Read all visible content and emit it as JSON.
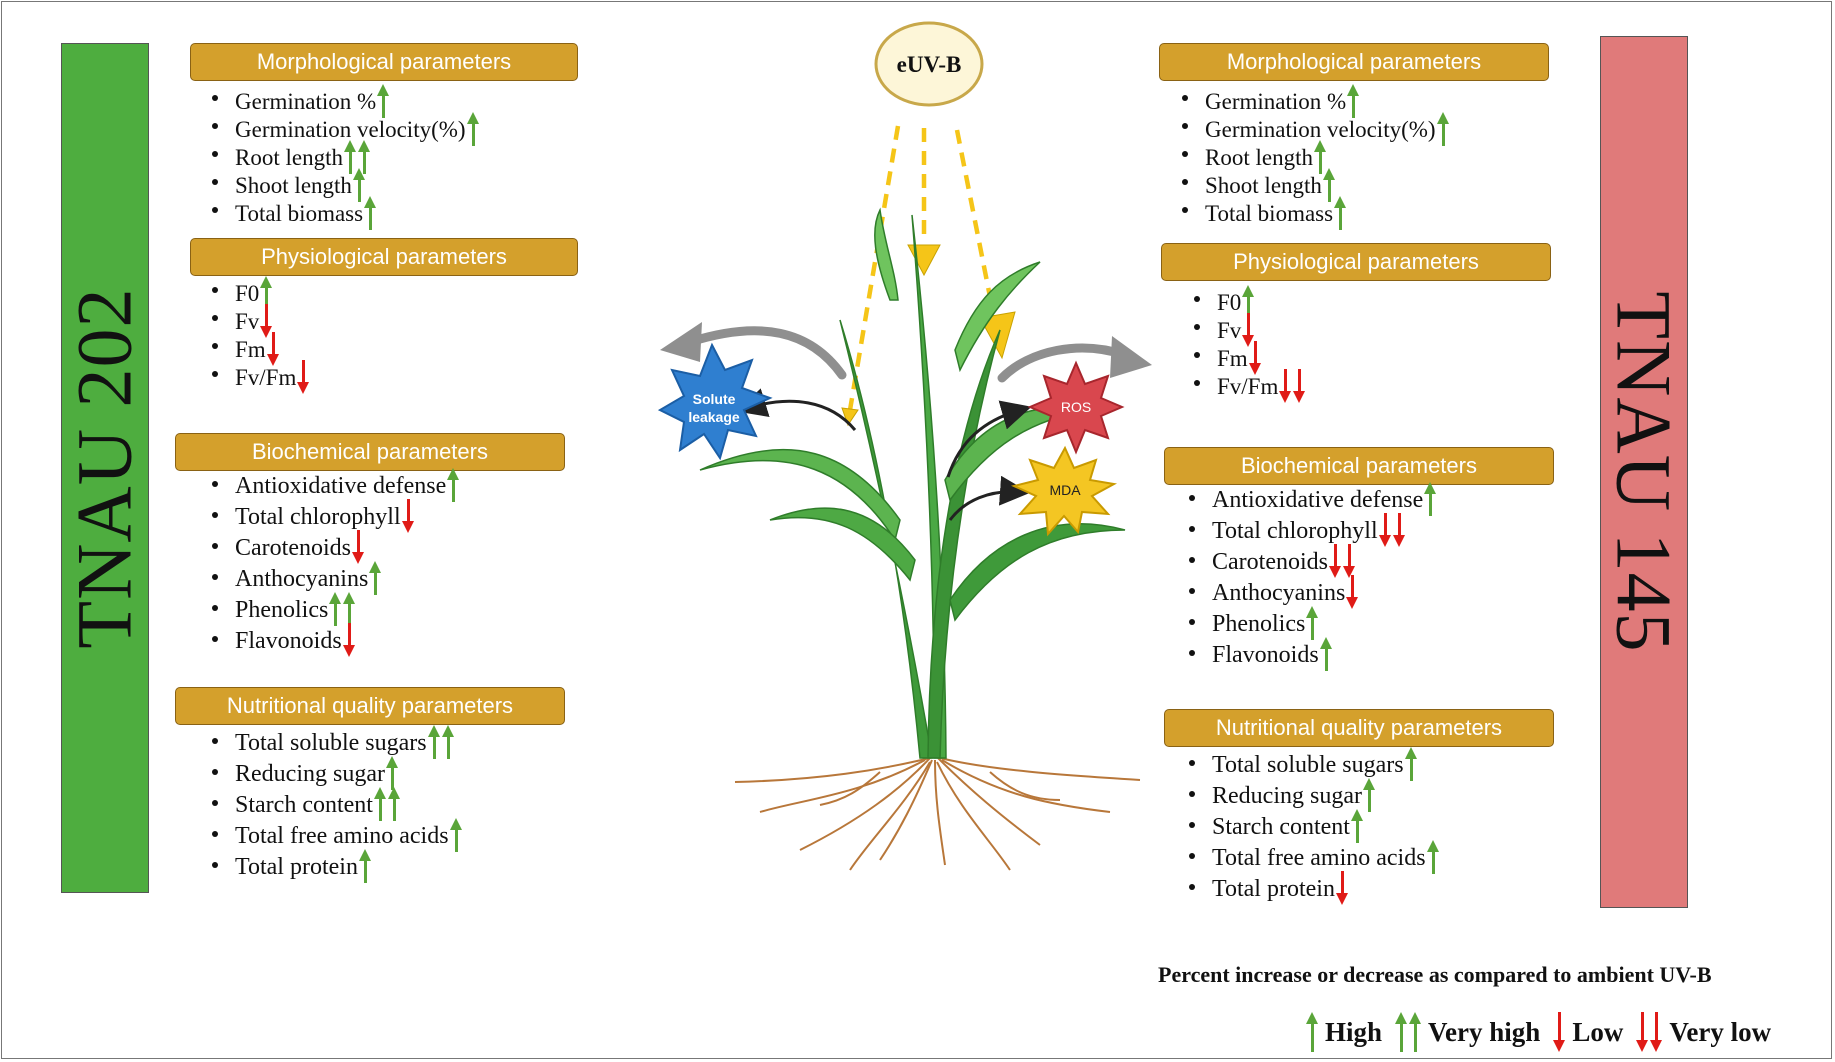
{
  "colors": {
    "tnau202_bar": "#4ead3f",
    "tnau145_bar": "#e07a7a",
    "section_header": "#d4a02c",
    "increase_arrow": "#5aa539",
    "decrease_arrow": "#e01b17",
    "uv_ray": "#f5c518"
  },
  "center": {
    "source_label": "eUV-B",
    "solute_label_line1": "Solute",
    "solute_label_line2": "leakage",
    "ros_label": "ROS",
    "mda_label": "MDA"
  },
  "left": {
    "cultivar": "TNAU 202",
    "sections": [
      {
        "title": "Morphological parameters",
        "items": [
          {
            "name": "Germination %",
            "trend": "up",
            "count": 1
          },
          {
            "name": "Germination velocity(%)",
            "trend": "up",
            "count": 1
          },
          {
            "name": "Root length",
            "trend": "up",
            "count": 2
          },
          {
            "name": "Shoot length",
            "trend": "up",
            "count": 1
          },
          {
            "name": "Total biomass",
            "trend": "up",
            "count": 1
          }
        ]
      },
      {
        "title": "Physiological parameters",
        "items": [
          {
            "name": "F0",
            "trend": "up",
            "count": 1
          },
          {
            "name": "Fv",
            "trend": "down",
            "count": 1
          },
          {
            "name": "Fm",
            "trend": "down",
            "count": 1
          },
          {
            "name": "Fv/Fm",
            "trend": "down",
            "count": 1
          }
        ]
      },
      {
        "title": "Biochemical parameters",
        "items": [
          {
            "name": "Antioxidative defense",
            "trend": "up",
            "count": 1
          },
          {
            "name": "Total chlorophyll",
            "trend": "down",
            "count": 1
          },
          {
            "name": "Carotenoids",
            "trend": "down",
            "count": 1
          },
          {
            "name": "Anthocyanins",
            "trend": "up",
            "count": 1
          },
          {
            "name": "Phenolics",
            "trend": "up",
            "count": 2
          },
          {
            "name": "Flavonoids",
            "trend": "down",
            "count": 1
          }
        ]
      },
      {
        "title": "Nutritional quality parameters",
        "items": [
          {
            "name": "Total soluble sugars",
            "trend": "up",
            "count": 2
          },
          {
            "name": "Reducing sugar",
            "trend": "up",
            "count": 1
          },
          {
            "name": "Starch content",
            "trend": "up",
            "count": 2
          },
          {
            "name": "Total free amino acids",
            "trend": "up",
            "count": 1
          },
          {
            "name": "Total protein",
            "trend": "up",
            "count": 1
          }
        ]
      }
    ]
  },
  "right": {
    "cultivar": "TNAU 145",
    "sections": [
      {
        "title": "Morphological parameters",
        "items": [
          {
            "name": "Germination %",
            "trend": "up",
            "count": 1
          },
          {
            "name": "Germination velocity(%)",
            "trend": "up",
            "count": 1
          },
          {
            "name": "Root length",
            "trend": "up",
            "count": 1
          },
          {
            "name": "Shoot length",
            "trend": "up",
            "count": 1
          },
          {
            "name": "Total biomass",
            "trend": "up",
            "count": 1
          }
        ]
      },
      {
        "title": "Physiological parameters",
        "items": [
          {
            "name": "F0",
            "trend": "up",
            "count": 1
          },
          {
            "name": "Fv",
            "trend": "down",
            "count": 1
          },
          {
            "name": "Fm",
            "trend": "down",
            "count": 1
          },
          {
            "name": "Fv/Fm",
            "trend": "down",
            "count": 2
          }
        ]
      },
      {
        "title": "Biochemical parameters",
        "items": [
          {
            "name": "Antioxidative defense",
            "trend": "up",
            "count": 1
          },
          {
            "name": "Total chlorophyll",
            "trend": "down",
            "count": 2
          },
          {
            "name": "Carotenoids",
            "trend": "down",
            "count": 2
          },
          {
            "name": "Anthocyanins",
            "trend": "down",
            "count": 1
          },
          {
            "name": "Phenolics",
            "trend": "up",
            "count": 1
          },
          {
            "name": "Flavonoids",
            "trend": "up",
            "count": 1
          }
        ]
      },
      {
        "title": "Nutritional quality parameters",
        "items": [
          {
            "name": "Total soluble sugars",
            "trend": "up",
            "count": 1
          },
          {
            "name": "Reducing sugar",
            "trend": "up",
            "count": 1
          },
          {
            "name": "Starch content",
            "trend": "up",
            "count": 1
          },
          {
            "name": "Total free amino acids",
            "trend": "up",
            "count": 1
          },
          {
            "name": "Total protein",
            "trend": "down",
            "count": 1
          }
        ]
      }
    ]
  },
  "legend": {
    "title": "Percent increase or decrease as compared to ambient UV-B",
    "high": "High",
    "very_high": "Very high",
    "low": "Low",
    "very_low": "Very low"
  }
}
